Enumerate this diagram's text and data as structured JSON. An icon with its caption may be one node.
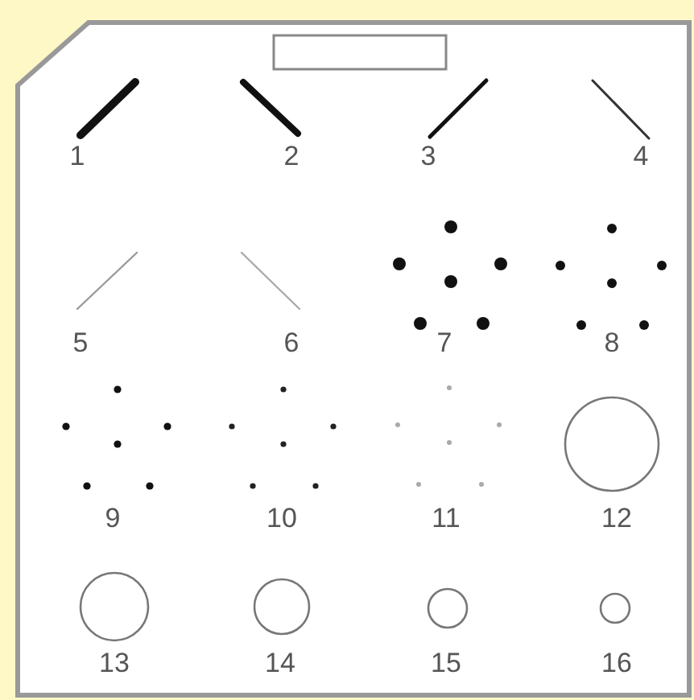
{
  "diagram": {
    "nodes": [
      {
        "text": [],
        "shape": "box"
      }
    ],
    "labels": [
      "1",
      "2",
      "3",
      "4",
      "5",
      "6",
      "7",
      "8",
      "9",
      "10",
      "11",
      "12",
      "13",
      "14",
      "15",
      "16"
    ]
  }
}
